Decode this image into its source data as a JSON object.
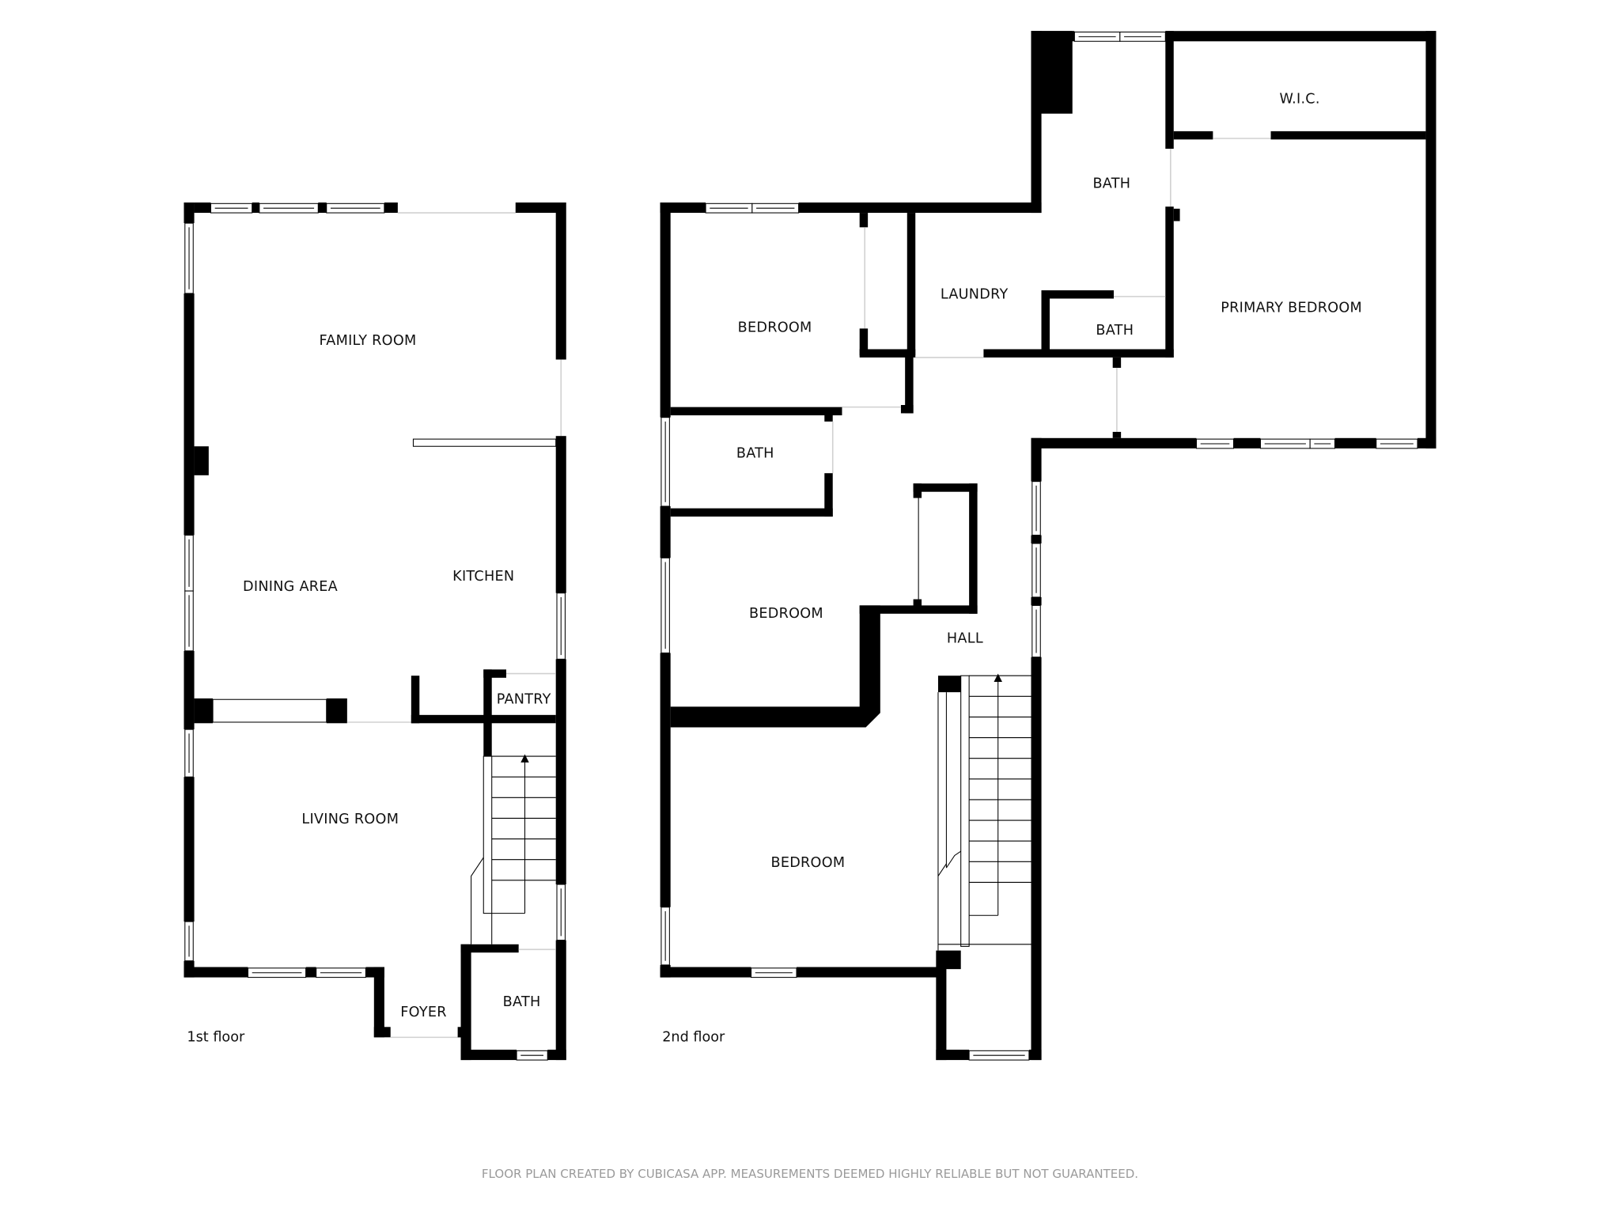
{
  "floors": [
    {
      "label": "1st floor",
      "rooms": {
        "family_room": "FAMILY ROOM",
        "dining_area": "DINING AREA",
        "kitchen": "KITCHEN",
        "pantry": "PANTRY",
        "living_room": "LIVING ROOM",
        "foyer": "FOYER",
        "bath": "BATH"
      }
    },
    {
      "label": "2nd floor",
      "rooms": {
        "bedroom_nw": "BEDROOM",
        "laundry": "LAUNDRY",
        "bath_upper": "BATH",
        "bath_lower": "BATH",
        "wic": "W.I.C.",
        "primary_bedroom": "PRIMARY BEDROOM",
        "bath_west": "BATH",
        "bedroom_w": "BEDROOM",
        "hall": "HALL",
        "bedroom_sw": "BEDROOM"
      }
    }
  ],
  "footer": "FLOOR PLAN CREATED BY CUBICASA APP. MEASUREMENTS DEEMED HIGHLY RELIABLE BUT NOT GUARANTEED.",
  "colors": {
    "wall": "#000000",
    "background": "#ffffff",
    "footer_text": "#9a9a9a",
    "door_opening": "#d0d0d0"
  }
}
